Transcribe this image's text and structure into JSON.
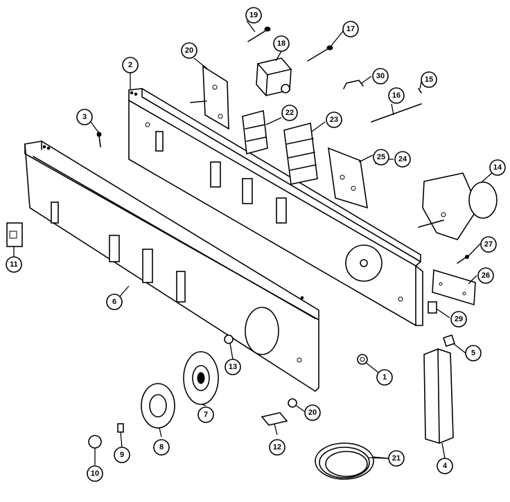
{
  "callouts": [
    "1",
    "2",
    "3",
    "4",
    "5",
    "6",
    "7",
    "8",
    "9",
    "10",
    "11",
    "12",
    "13",
    "14",
    "15",
    "16",
    "17",
    "18",
    "19",
    "20",
    "20",
    "21",
    "22",
    "23",
    "24",
    "25",
    "26",
    "27",
    "29",
    "30"
  ]
}
